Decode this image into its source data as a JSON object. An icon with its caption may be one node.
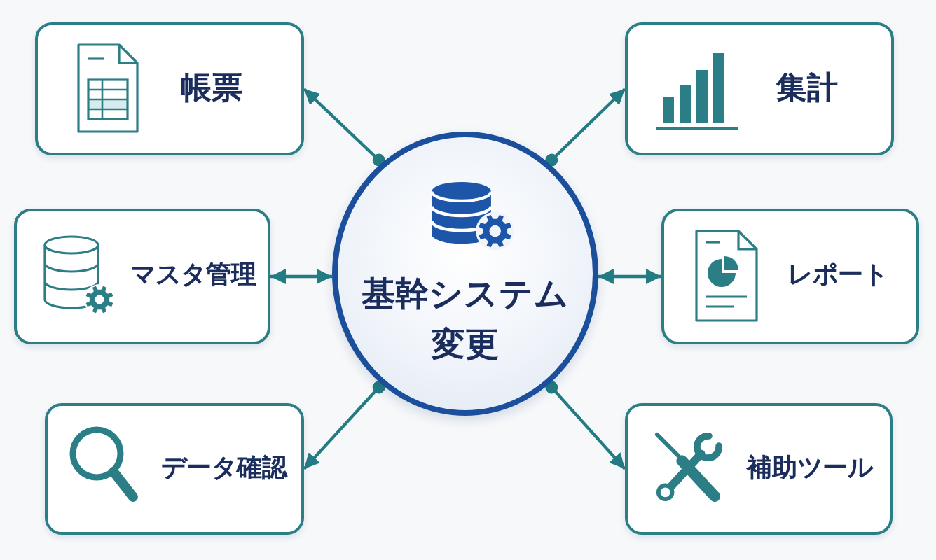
{
  "diagram": {
    "nodes": [
      {
        "text": [
          "基幹システム変更"
        ]
      },
      {
        "text": [
          "帳票"
        ]
      },
      {
        "text": [
          "集計"
        ]
      },
      {
        "text": [
          "マスタ管理"
        ]
      },
      {
        "text": [
          "レポート"
        ]
      },
      {
        "text": [
          "データ確認"
        ]
      },
      {
        "text": [
          "補助ツール"
        ]
      }
    ],
    "edges": [
      {
        "from": 0,
        "to": 1,
        "arrow": "to"
      },
      {
        "from": 0,
        "to": 2,
        "arrow": "to"
      },
      {
        "from": 0,
        "to": 3,
        "arrow": "both"
      },
      {
        "from": 0,
        "to": 4,
        "arrow": "both"
      },
      {
        "from": 0,
        "to": 5,
        "arrow": "to"
      },
      {
        "from": 0,
        "to": 6,
        "arrow": "to"
      }
    ]
  }
}
